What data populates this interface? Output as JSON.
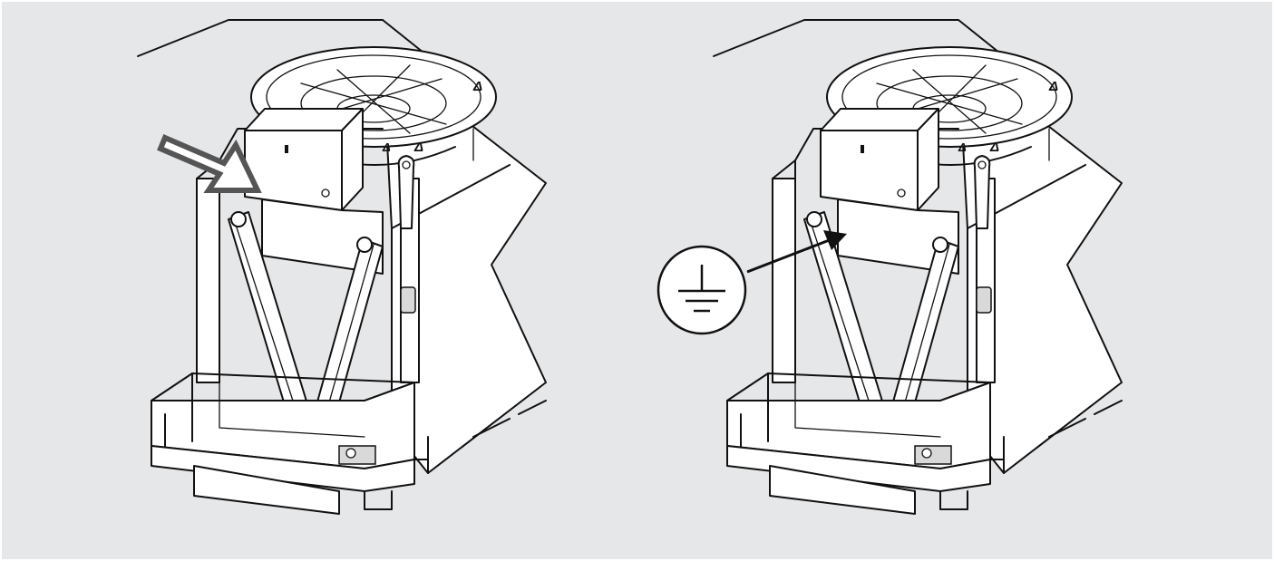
{
  "background_color": "#e6e7e9",
  "line_color": "#111111",
  "panels": [
    {
      "id": "left",
      "callout": "hollow-arrow-pointing-to-electrical-box"
    },
    {
      "id": "right",
      "callout": "protective-earth-ground-symbol-with-arrow"
    }
  ],
  "icons": [
    "hollow-arrow-icon",
    "ground-symbol-icon",
    "leader-arrow-icon"
  ]
}
